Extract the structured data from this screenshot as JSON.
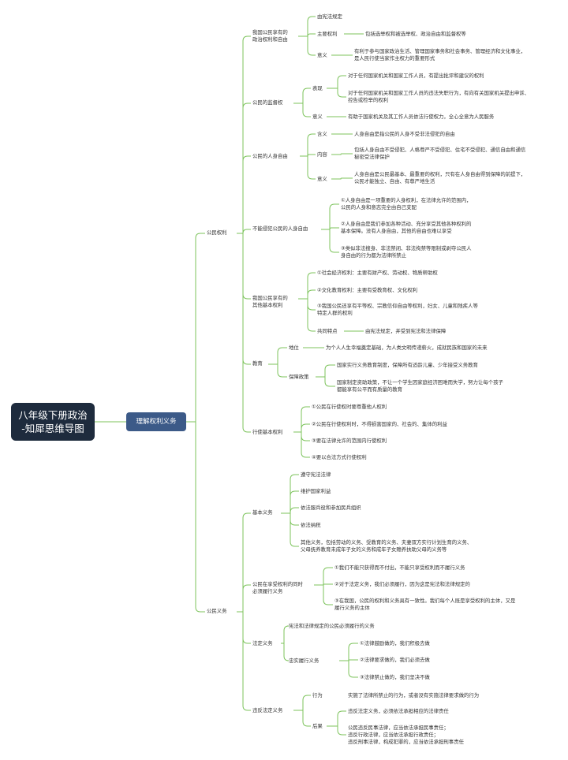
{
  "root": {
    "line1": "八年级下册政治",
    "line2": "-知犀思维导图"
  },
  "main": "理解权利义务",
  "rights": {
    "label": "公民权利",
    "political": {
      "label": [
        "我国公民享有的",
        "政治权利和自由"
      ],
      "basis": "由宪法规定",
      "content_label": "主要权利",
      "content": "包括选举权和被选举权、政治自由和监督权等",
      "meaning_label": "意义",
      "meaning": [
        "有利于参与国家政治生活、管理国家事务和社会事务、管理经济和文化事业，",
        "是人民行使当家作主权力的重要形式"
      ]
    },
    "supervision": {
      "label": "公民的监督权",
      "form_label": "表现",
      "form1": "对于任何国家机关和国家工作人员，有提出批评和建议的权利",
      "form2": [
        "对于任何国家机关和国家工作人员的违法失职行为，有向有关国家机关提出申诉、",
        "控告或检举的权利"
      ],
      "meaning_label": "意义",
      "meaning": "有助于国家机关及其工作人员依法行使权力，全心全意为人民服务"
    },
    "person": {
      "label": "公民的人身自由",
      "def_label": "含义",
      "def": "人身自由是指公民的人身不受非法侵犯的自由",
      "content_label": "内容",
      "content": [
        "包括人身自由不受侵犯、人格尊严不受侵犯、住宅不受侵犯、通信自由和通信",
        "秘密受法律保护"
      ],
      "meaning_label": "意义",
      "meaning": [
        "人身自由是公民最基本、最重要的权利，只有在人身自由得到保障的前提下，",
        "公民才能独立、自由、有尊严地生活"
      ]
    },
    "noviolate": {
      "label": "不能侵犯公民的人身自由",
      "p1": [
        "①人身自由是一项重要的人身权利，在法律允许的范围内，",
        "公民的人身和意志完全由自己支配"
      ],
      "p2": [
        "②人身自由是我们参加各种活动、充分享受其他各种权利的",
        "基本保障。没有人身自由，其他的自由也难以享受"
      ],
      "p3": [
        "③类似非法搜身、非法禁闭、非法拘禁等限制或剥夺公民人",
        "身自由的行为都为法律所禁止"
      ]
    },
    "other": {
      "label": [
        "我国公民享有的",
        "其他基本权利"
      ],
      "p1": "①社会经济权利：主要有财产权、劳动权、物质帮助权",
      "p2": "②文化教育权利：主要有受教育权、文化权利",
      "p3": [
        "③我国公民还享有平等权、宗教信仰自由等权利，妇女、儿童和残疾人等",
        "特定人群的权利"
      ],
      "common_label": "共同特点",
      "common": "由宪法规定，并受到宪法和法律保障"
    },
    "education": {
      "label": "教育",
      "status_label": "地位",
      "status": "为个人人生幸福奠定基础，为人类文明传递薪火，成就民族和国家的未来",
      "policy_label": "保障政策",
      "policy1": "国家实行义务教育制度，保障所有适龄儿童、少年接受义务教育",
      "policy2": [
        "国家制定资助政策，不让一个学生因家庭经济困难而失学，努力让每个孩子",
        "都能享有公平而有质量的教育"
      ]
    },
    "exercise": {
      "label": "行使基本权利",
      "p1": "①公民在行使权时要尊重他人权利",
      "p2": "②公民在行使权利时，不得损害国家的、社会的、集体的利益",
      "p3": "③要在法律允许的范围内行使权利",
      "p4": "④要以合法方式行使权利"
    }
  },
  "duties": {
    "label": "公民义务",
    "basic": {
      "label": "基本义务",
      "d1": "遵守宪法法律",
      "d2": "维护国家利益",
      "d3": "依法服兵役和参加民兵组织",
      "d4": "依法纳税",
      "d5": [
        "其他义务，包括劳动的义务、受教育的义务、夫妻双方实行计划生育的义务、",
        "父母抚养教育未成年子女的义务和成年子女赡养扶助父母的义务等"
      ]
    },
    "both": {
      "label": [
        "公民在享受权利的同时",
        "必须履行义务"
      ],
      "p1": "①我们不能只获得而不付出，不能只享受权利而不履行义务",
      "p2": "②对于法定义务，我们必须履行，因为这是宪法和法律规定的",
      "p3": [
        "③在我国，公民的权利和义务具有一致性。我们每个人既是享受权利的主体，又是",
        "履行义务的主体"
      ]
    },
    "legal": {
      "label": "法定义务",
      "p1": "宪法和法律规定的公民必须履行的义务",
      "faithful_label": "忠实履行义务",
      "f1": "①法律鼓励做的，我们积极去做",
      "f2": "②法律要求做的，我们必须去做",
      "f3": "③法律禁止做的，我们坚决不做"
    },
    "violation": {
      "label": "违反法定义务",
      "act_label": "行为",
      "act": "实施了法律所禁止的行为，或者没有实施法律要求做的行为",
      "result_label": "后果",
      "r1": "违反法定义务，必须依法承担相应的法律责任",
      "r2": [
        "公民违反民事法律，应当依法承担民事责任；",
        "违反行政法律，应当依法承担行政责任；",
        "违反刑事法律，构成犯罪的，应当依法承担刑事责任"
      ]
    }
  }
}
